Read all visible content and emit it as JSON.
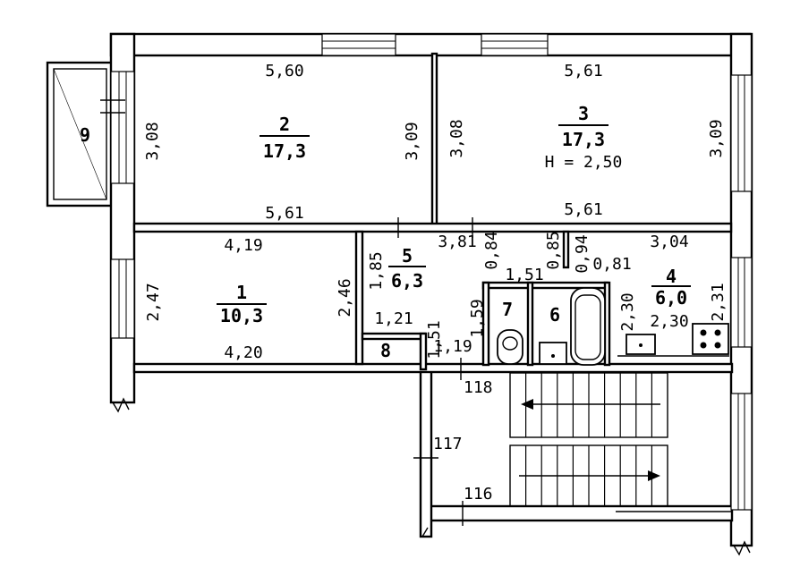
{
  "rooms": [
    {
      "number": "1",
      "area": "10,3"
    },
    {
      "number": "2",
      "area": "17,3"
    },
    {
      "number": "3",
      "area": "17,3",
      "height": "H = 2,50"
    },
    {
      "number": "4",
      "area": "6,0"
    },
    {
      "number": "5",
      "area": "6,3"
    },
    {
      "number": "6"
    },
    {
      "number": "7"
    },
    {
      "number": "8"
    },
    {
      "number": "9"
    }
  ],
  "dimensions": {
    "r2_top": "5,60",
    "r2_bottom": "5,61",
    "r2_left": "3,08",
    "r2_right": "3,09",
    "r3_top": "5,61",
    "r3_bottom": "5,61",
    "r3_left": "3,08",
    "r3_right": "3,09",
    "r1_top": "4,19",
    "r1_bottom": "4,20",
    "r1_left": "2,47",
    "r1_right": "2,46",
    "r5_top": "3,81",
    "r5_a": "1,85",
    "r5_b": "0,84",
    "r5_c": "1,51",
    "r5_d": "1,59",
    "r5_e": "0,85",
    "r5_f": "0,94",
    "r5_g": "0,81",
    "r8_top": "1,21",
    "r8_right": "1,51",
    "r8_bottom": "1,19",
    "r6_h": "2,30",
    "r4_top": "3,04",
    "r4_bottom": "2,30",
    "r4_right": "2,31"
  },
  "stair_marks": [
    "118",
    "117",
    "116"
  ]
}
